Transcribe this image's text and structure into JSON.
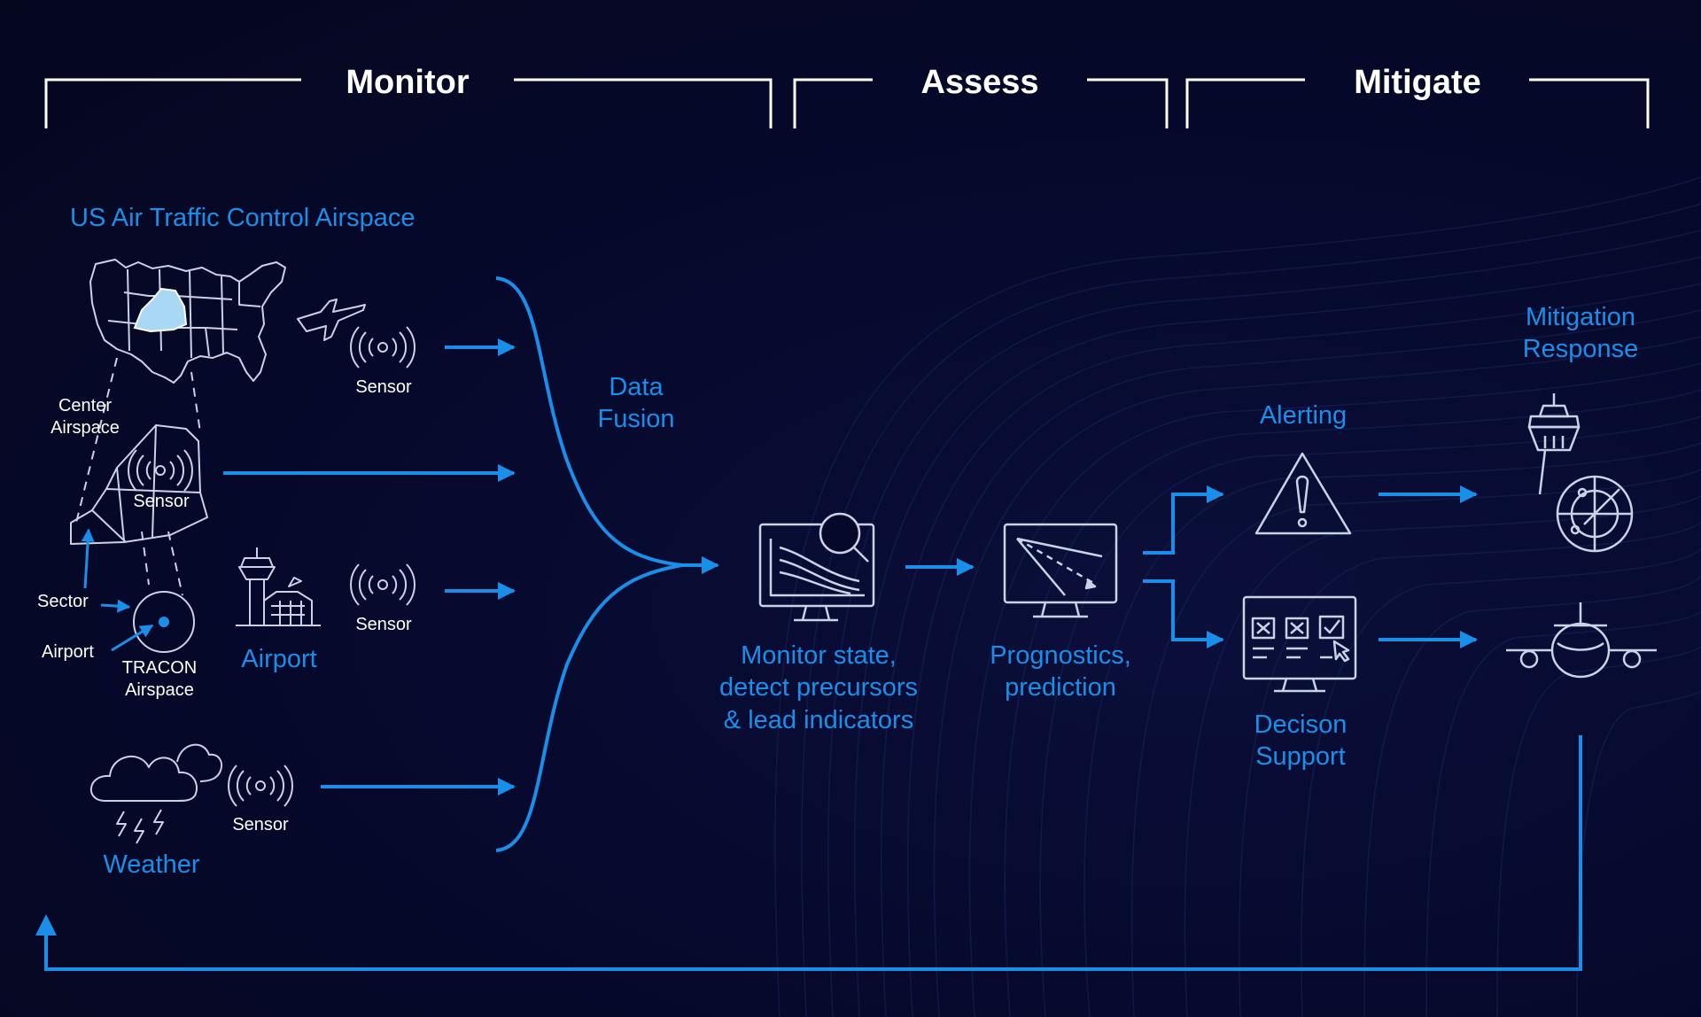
{
  "phases": {
    "monitor": "Monitor",
    "assess": "Assess",
    "mitigate": "Mitigate"
  },
  "monitor": {
    "airspace_title": "US Air Traffic Control Airspace",
    "center_airspace": [
      "Center",
      "Airspace"
    ],
    "sector": "Sector",
    "airport_small": "Airport",
    "tracon": [
      "TRACON",
      "Airspace"
    ],
    "airport_label": "Airport",
    "weather_label": "Weather",
    "sensor_label": "Sensor"
  },
  "data_fusion": [
    "Data",
    "Fusion"
  ],
  "assess": {
    "monitor_state": [
      "Monitor state,",
      "detect precursors",
      "& lead indicators"
    ],
    "prognostics": [
      "Prognostics,",
      "prediction"
    ]
  },
  "mitigate": {
    "alerting": "Alerting",
    "decision_support": [
      "Decison",
      "Support"
    ],
    "mitigation_response": [
      "Mitigation",
      "Response"
    ]
  },
  "colors": {
    "background": "#06082a",
    "accent_blue": "#1a8fea",
    "outline": "#c9d3e6",
    "state_fill": "#a9d8f5"
  },
  "icons": [
    "us-map-icon",
    "airplane-icon",
    "sensor-icon",
    "center-airspace-icon",
    "tracon-icon",
    "control-tower-icon",
    "cloud-lightning-icon",
    "monitor-search-icon",
    "monitor-trajectory-icon",
    "warning-triangle-icon",
    "decision-monitor-icon",
    "tower-radar-icon",
    "airplane-front-icon"
  ]
}
